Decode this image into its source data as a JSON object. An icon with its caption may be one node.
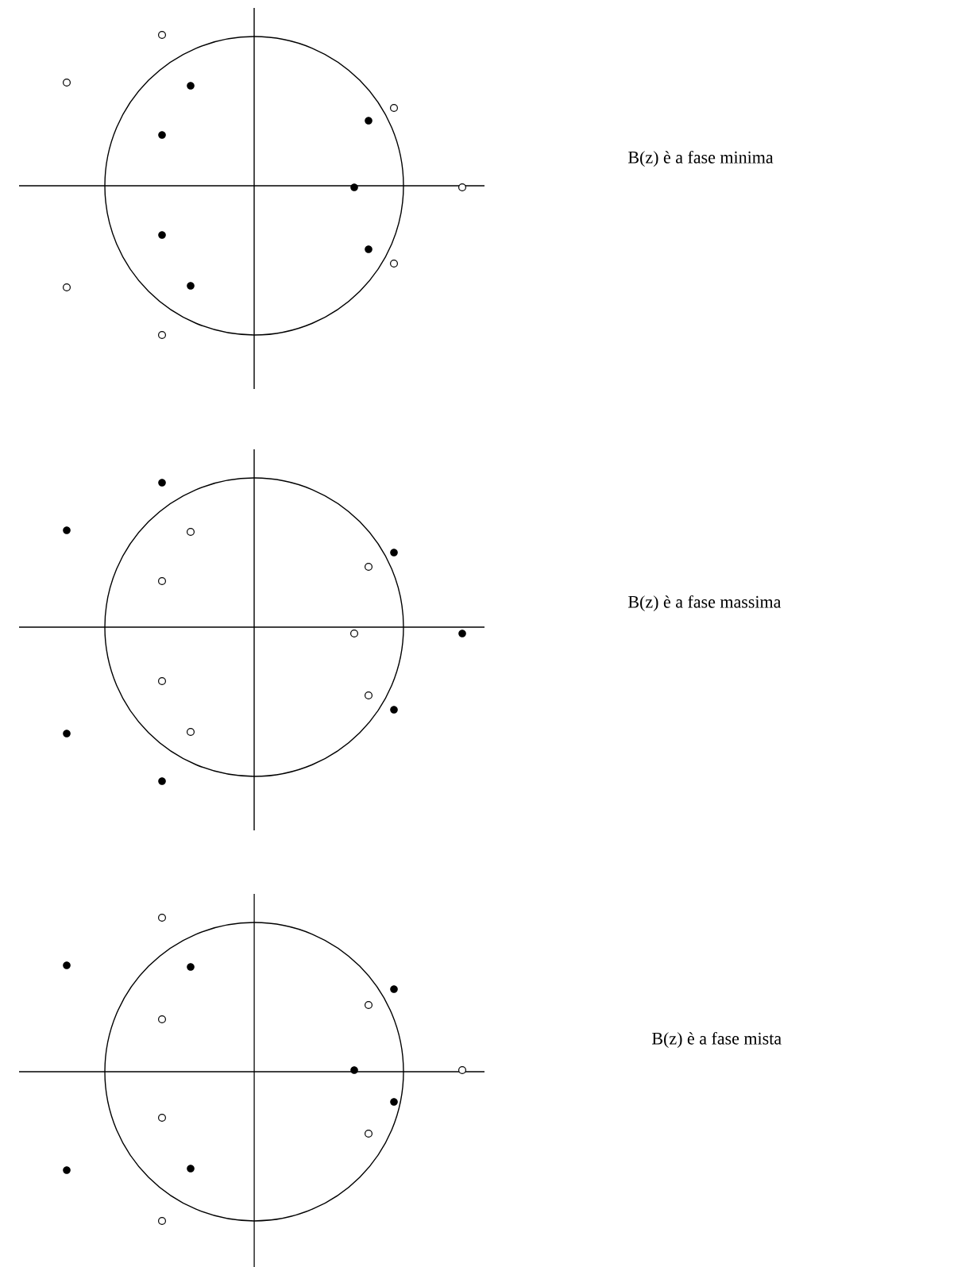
{
  "diagram": {
    "labels": [
      "B(z) è a  fase minima",
      "B(z) è a  fase massima",
      "B(z) è a  fase mista"
    ]
  }
}
